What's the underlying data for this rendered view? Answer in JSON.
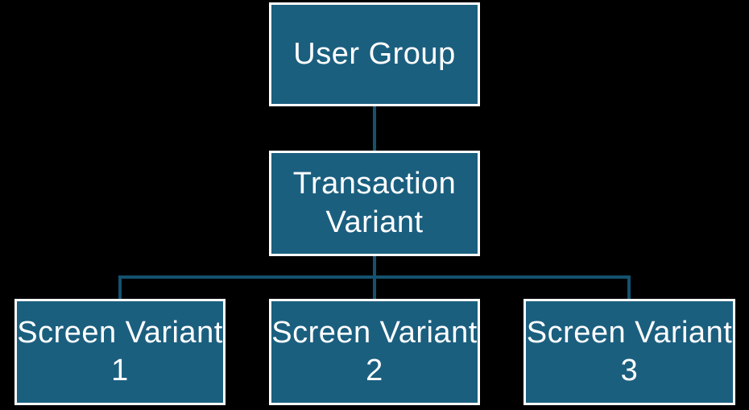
{
  "diagram": {
    "type": "hierarchy",
    "background_color": "#000000",
    "node_fill_color": "#1B5F7F",
    "node_border_color": "#FFFFFF",
    "node_text_color": "#FFFFFF",
    "connector_color": "#14526F",
    "nodes": [
      {
        "id": "user-group",
        "label": "User Group",
        "level": 1
      },
      {
        "id": "transaction-variant",
        "label": "Transaction Variant",
        "level": 2
      },
      {
        "id": "screen-variant-1",
        "label": "Screen Variant 1",
        "level": 3
      },
      {
        "id": "screen-variant-2",
        "label": "Screen Variant 2",
        "level": 3
      },
      {
        "id": "screen-variant-3",
        "label": "Screen Variant 3",
        "level": 3
      }
    ],
    "edges": [
      {
        "from": "user-group",
        "to": "transaction-variant"
      },
      {
        "from": "transaction-variant",
        "to": "screen-variant-1"
      },
      {
        "from": "transaction-variant",
        "to": "screen-variant-2"
      },
      {
        "from": "transaction-variant",
        "to": "screen-variant-3"
      }
    ]
  }
}
